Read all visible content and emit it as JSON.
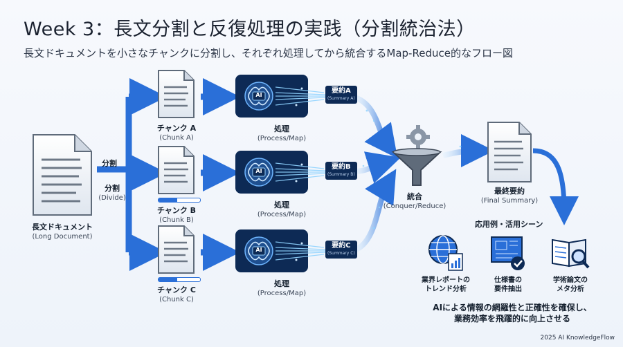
{
  "title": "Week 3：長文分割と反復処理の実践（分割統治法）",
  "subtitle": "長文ドキュメントを小さなチャンクに分割し、それぞれ処理してから統合するMap-Reduce的なフロー図",
  "long_doc": {
    "label": "長文ドキュメント",
    "sub": "(Long Document)"
  },
  "divide": {
    "label1": "分割",
    "label2": "分割",
    "sub": "(Divide)"
  },
  "chunks": [
    {
      "label": "チャンク A",
      "sub": "(Chunk A)"
    },
    {
      "label": "チャンク B",
      "sub": "(Chunk B)",
      "progress": 0.45
    },
    {
      "label": "チャンク C",
      "sub": "(Chunk C)",
      "progress": 0.45
    }
  ],
  "process": [
    {
      "label": "処理",
      "sub": "(Process/Map)",
      "ai": "AI",
      "summary": "要約A",
      "summary_sub": "(Summary A)"
    },
    {
      "label": "処理",
      "sub": "(Process/Map)",
      "ai": "AI",
      "summary": "要約B",
      "summary_sub": "(Summary B)"
    },
    {
      "label": "処理",
      "sub": "(Process/Map)",
      "ai": "AI",
      "summary": "要約C",
      "summary_sub": "(Summary C)"
    }
  ],
  "conquer": {
    "label": "統合",
    "sub": "(Conquer/Reduce)"
  },
  "final": {
    "label": "最終要約",
    "sub": "(Final Summary)"
  },
  "usecases": {
    "title": "応用例・活用シーン",
    "items": [
      {
        "line1": "業界レポートの",
        "line2": "トレンド分析"
      },
      {
        "line1": "仕様書の",
        "line2": "要件抽出"
      },
      {
        "line1": "学術論文の",
        "line2": "メタ分析"
      }
    ]
  },
  "bottom": {
    "line1": "AIによる情報の網羅性と正確性を確保し、",
    "line2": "業務効率を飛躍的に向上させる"
  },
  "footer": "2025 AI KnowledgeFlow",
  "colors": {
    "accent": "#2a6fd8",
    "navy": "#0d2a55",
    "glow": "#8fd3ff"
  }
}
